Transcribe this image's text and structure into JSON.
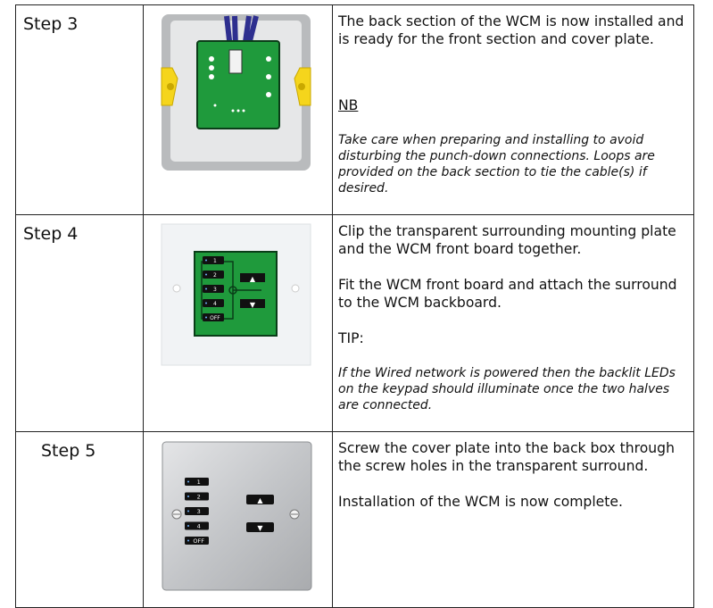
{
  "steps": [
    {
      "label": "Step 3",
      "paragraphs": [
        "The back section of the WCM is now installed and is ready for the front section and cover plate."
      ],
      "note_heading": "NB",
      "note_text": "Take care when preparing and installing to avoid disturbing the punch-down connections. Loops are provided on the back section to tie the cable(s) if desired."
    },
    {
      "label": "Step 4",
      "paragraphs": [
        "Clip the transparent surrounding mounting plate and the WCM front board together.",
        "Fit the WCM front board and attach the surround to the WCM backboard."
      ],
      "note_heading": "TIP:",
      "note_text": "If the Wired network is powered then the backlit LEDs on the keypad should illuminate once the two halves are connected."
    },
    {
      "label": "Step 5",
      "paragraphs": [
        "Screw the cover plate into the back box through the screw holes in the transparent surround.",
        "Installation of the WCM is now complete."
      ]
    }
  ],
  "keypad_buttons": [
    "1",
    "2",
    "3",
    "4",
    "OFF"
  ],
  "arrow_up_glyph": "▲",
  "arrow_down_glyph": "▼",
  "colors": {
    "pcb_green": "#1f9a3c",
    "bracket_yellow": "#f5d51c",
    "cable_blue": "#2e2f8f",
    "plate_steel": "#c9cbce"
  }
}
